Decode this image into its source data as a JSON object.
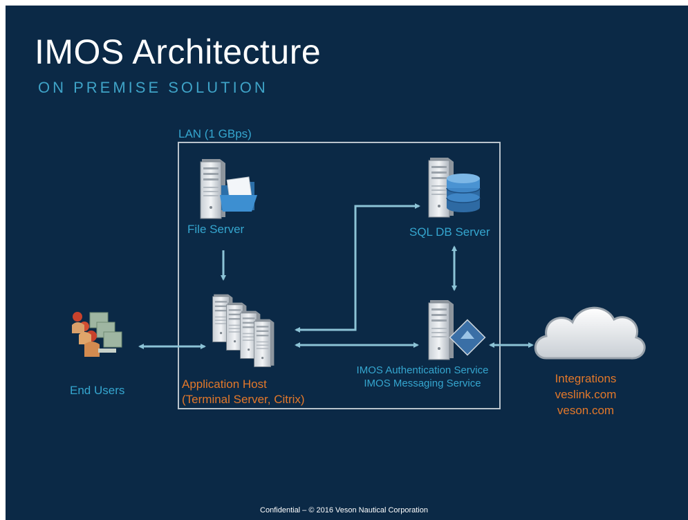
{
  "slide": {
    "title": "IMOS Architecture",
    "subtitle": "ON PREMISE SOLUTION",
    "footer": "Confidential – © 2016 Veson Nautical Corporation"
  },
  "lan": {
    "label": "LAN (1 GBps)"
  },
  "nodes": {
    "file_server": "File Server",
    "sql_db_server": "SQL DB Server",
    "end_users": "End Users",
    "app_host_line1": "Application Host",
    "app_host_line2": "(Terminal Server, Citrix)",
    "imos_auth": "IMOS Authentication Service",
    "imos_msg": "IMOS Messaging Service",
    "integrations": "Integrations",
    "veslink": "veslink.com",
    "veson": "veson.com"
  },
  "colors": {
    "background": "#0b2946",
    "label_blue": "#35a6cf",
    "label_orange": "#e3782a",
    "arrow": "#8cc3d6",
    "lan_border": "#b9c3cc"
  },
  "icons": [
    "server-icon",
    "folder-icon",
    "database-icon",
    "server-stack-icon",
    "users-icon",
    "cloud-icon",
    "service-icon"
  ]
}
